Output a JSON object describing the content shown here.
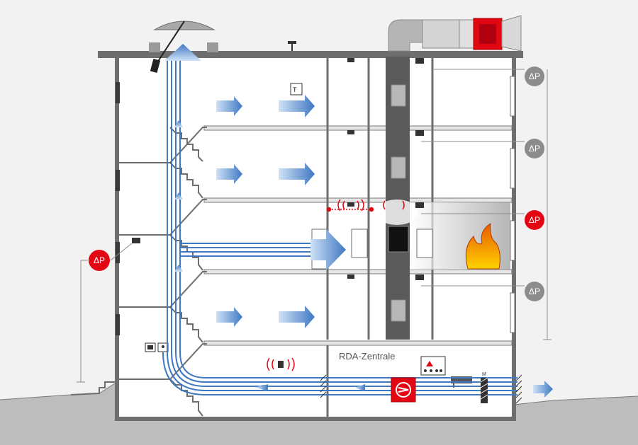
{
  "diagram": {
    "central_label": "RDA-Zentrale",
    "dp_label": "ΔP",
    "thermostat_label": "T",
    "motor_label": "M"
  },
  "colors": {
    "background": "#f2f2f2",
    "ground": "#bdbdbd",
    "wall": "#6e6e6e",
    "shaft": "#5a5a5a",
    "airflow": "#3f78c3",
    "airflow_light": "#cfe1f6",
    "alarm_red": "#e30613",
    "sensor_grey": "#8c8c8c",
    "fire_orange": "#f39200",
    "fire_yellow": "#ffd200"
  },
  "icons": [
    "smoke-detector-icon",
    "alarm-sounder-icon",
    "door-icon",
    "keyswitch-icon",
    "fire-icon",
    "fan-icon",
    "motor-damper-icon",
    "roof-vent-icon",
    "antenna-icon"
  ]
}
